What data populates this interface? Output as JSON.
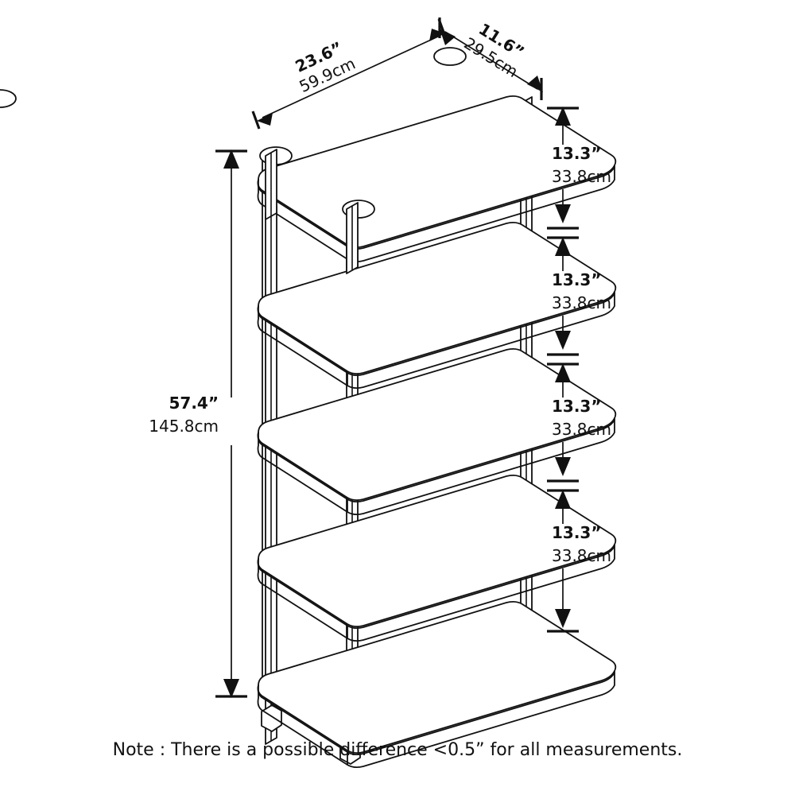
{
  "drawing": {
    "title": "5-tier open shelf dimension diagram",
    "units_primary": "inch",
    "units_secondary": "cm",
    "line_color": "#111111",
    "background_color": "#ffffff"
  },
  "dimensions": {
    "width": {
      "id": "width-dim",
      "inch": "23.6”",
      "cm": "59.9cm"
    },
    "depth": {
      "id": "depth-dim",
      "inch": "11.6”",
      "cm": "29.5cm"
    },
    "total_height": {
      "id": "height-dim",
      "inch": "57.4”",
      "cm": "145.8cm"
    },
    "shelf_gaps": [
      {
        "id": "gap-1",
        "inch": "13.3”",
        "cm": "33.8cm"
      },
      {
        "id": "gap-2",
        "inch": "13.3”",
        "cm": "33.8cm"
      },
      {
        "id": "gap-3",
        "inch": "13.3”",
        "cm": "33.8cm"
      },
      {
        "id": "gap-4",
        "inch": "13.3”",
        "cm": "33.8cm"
      }
    ]
  },
  "footer": {
    "note": "Note : There is a possible difference <0.5” for all measurements."
  },
  "geometry": {
    "shelf_count": 5,
    "post_count": 5,
    "corner_radius_note": "rounded corners",
    "top_holes": 4,
    "feet": 4
  }
}
